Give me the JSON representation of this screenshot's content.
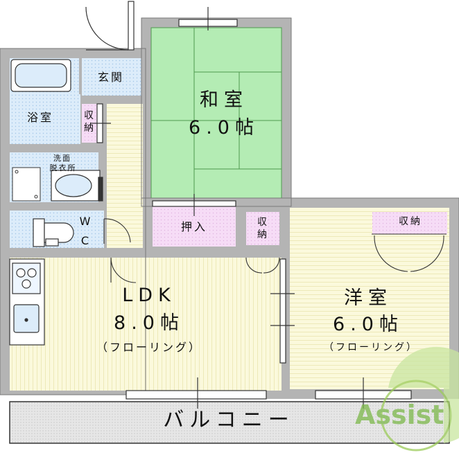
{
  "rooms": {
    "washitsu": {
      "name": "和室",
      "size": "6.0帖"
    },
    "ldk": {
      "name": "LDK",
      "size": "8.0帖",
      "floor": "（フローリング）"
    },
    "yoshitsu": {
      "name": "洋室",
      "size": "6.0帖",
      "floor": "（フローリング）"
    },
    "genkan": "玄関",
    "yokushitsu": "浴室",
    "senmen_line1": "洗面",
    "senmen_line2": "脱衣所",
    "wc_w": "W",
    "wc_c": "C",
    "balcony": "バルコニー"
  },
  "storage": {
    "shuno_small": "収納",
    "oshiire": "押入",
    "shuno_center": "収納",
    "shuno_right": "収納"
  },
  "watermark": "Assist",
  "colors": {
    "wall": "#b4b4b4",
    "ldk_floor": "#fbf9dc",
    "tatami": "#b4ecb4",
    "wet_area": "#dcecfa",
    "storage": "#f6dcf6",
    "balcony": "#dcdcdc",
    "watermark": "#9ccc5a"
  }
}
